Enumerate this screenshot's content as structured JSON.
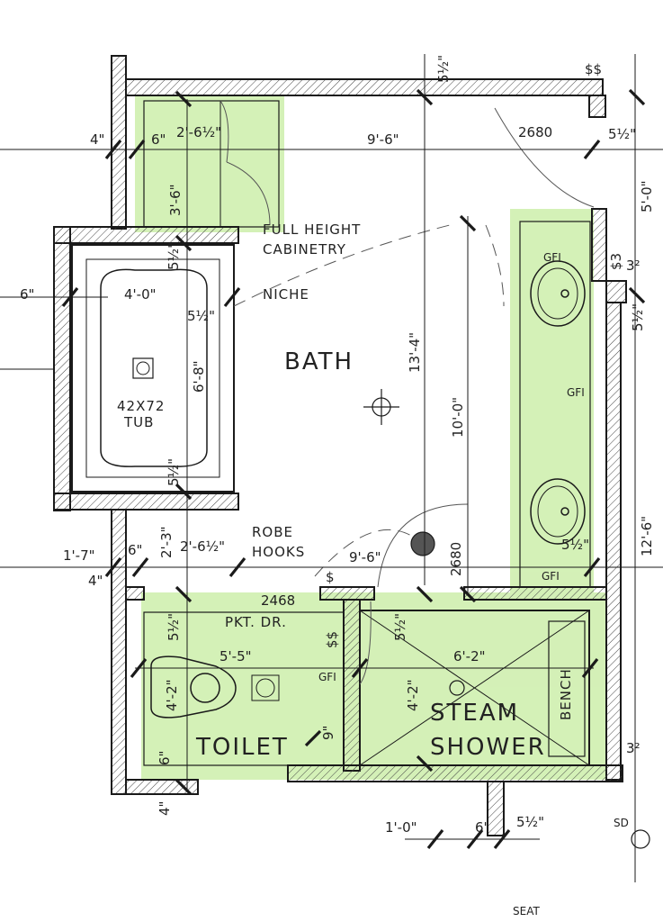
{
  "colors": {
    "highlight": "#c6ec9f",
    "wall_fill": "#ffffff",
    "line": "#1a1a1a",
    "thin": "#666666"
  },
  "rooms": {
    "bath": "BATH",
    "toilet": "TOILET",
    "steam": "STEAM",
    "shower": "SHOWER",
    "bench": "BENCH"
  },
  "notes": {
    "cabinetry_1": "FULL HEIGHT",
    "cabinetry_2": "CABINETRY",
    "niche": "NICHE",
    "robe_1": "ROBE",
    "robe_2": "HOOKS",
    "pocket_door": "PKT. DR.",
    "tub_1": "42X72",
    "tub_2": "TUB",
    "gfi_1": "GFI",
    "gfi_2": "GFI",
    "gfi_3": "GFI",
    "gfi_4": "GFI",
    "door_2680_a": "2680",
    "door_2680_b": "2680",
    "door_2468": "2468",
    "sd": "SD",
    "ss_1": "$$",
    "ss_2": "$$",
    "s_1": "$",
    "s3": "$3",
    "seat": "SEAT"
  },
  "dimensions": {
    "d_4_top": "4\"",
    "d_6_top": "6\"",
    "d_2_6_half_top": "2'-6½\"",
    "d_9_6_top": "9'-6\"",
    "d_5_half_top": "5½\"",
    "d_5_half_right": "5½\"",
    "d_3_6": "3'-6\"",
    "d_5_0": "5'-0\"",
    "d_5_half_niche": "5½\"",
    "d_6_left": "6\"",
    "d_4_0": "4'-0\"",
    "d_5_half_mid": "5½\"",
    "d_6_8": "6'-8\"",
    "d_3_2_a": "3²",
    "d_5_half_r2": "5½\"",
    "d_13_4": "13'-4\"",
    "d_10_0": "10'-0\"",
    "d_5_half_tub": "5½\"",
    "d_2_3": "2'-3\"",
    "d_2_6_half_mid": "2'-6½\"",
    "d_1_7": "1'-7\"",
    "d_6_mid": "6\"",
    "d_4_mid": "4\"",
    "d_9_6_mid": "9'-6\"",
    "d_5_half_vanity": "5½\"",
    "d_12_6": "12'-6\"",
    "d_5_half_toilet": "5½\"",
    "d_5_5": "5'-5\"",
    "d_4_2_toilet": "4'-2\"",
    "d_5_half_shower": "5½\"",
    "d_6_2": "6'-2\"",
    "d_4_2_shower": "4'-2\"",
    "d_9": "9\"",
    "d_6_toilet": "6\"",
    "d_3_2_b": "3²",
    "d_4_bottom": "4\"",
    "d_1_0": "1'-0\"",
    "d_6_bottom": "6\"",
    "d_5_half_bottom": "5½\""
  }
}
